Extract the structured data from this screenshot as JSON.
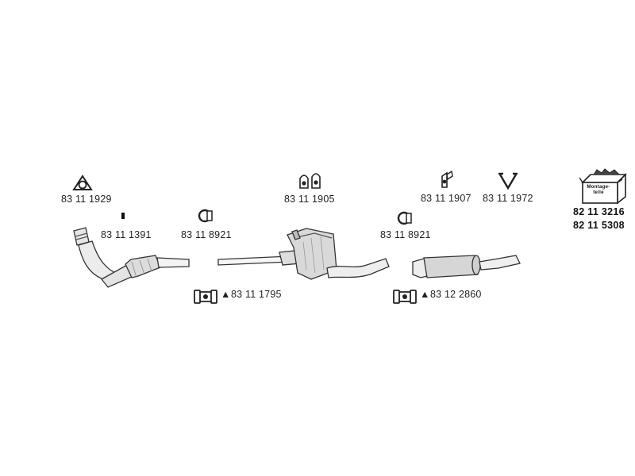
{
  "parts": {
    "ring_gasket_front": "83 11 1929",
    "small_pin": "83 11 1391",
    "clamp_ring_1": "83 11 8921",
    "rubber_hangers_pair": "83 11 1905",
    "clamp_ring_2": "83 11 8921",
    "mount_bracket": "83 11 1907",
    "v_hanger": "83 11 1972",
    "sleeve_clamp_1": "83 11 1795",
    "sleeve_clamp_2": "83 12 2860",
    "mounting_kit_1": "82 11 3216",
    "mounting_kit_2": "82 11 5308"
  },
  "kit_box_text": "Montage-teile",
  "warning_symbol": "▲",
  "icons": {
    "gasket": "ring-gasket-icon",
    "pin": "pin-icon",
    "clamp": "clamp-ring-icon",
    "hangers": "rubber-hanger-icon",
    "bracket": "mount-bracket-icon",
    "v_hanger": "v-hanger-icon",
    "sleeve": "sleeve-clamp-icon",
    "kit": "mounting-kit-box-icon"
  }
}
